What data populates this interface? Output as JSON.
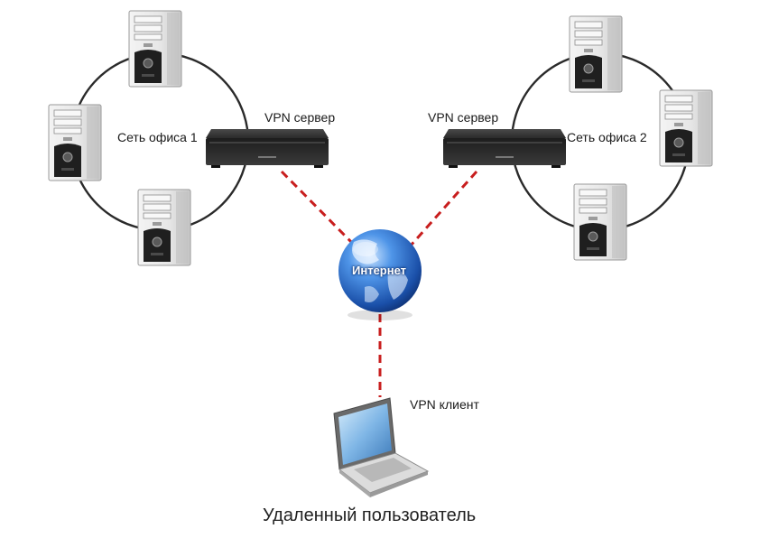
{
  "office1": {
    "label": "Сеть офиса 1",
    "server_label": "VPN сервер"
  },
  "office2": {
    "label": "Сеть офиса 2",
    "server_label": "VPN сервер"
  },
  "internet": {
    "label": "Интернет"
  },
  "client": {
    "label": "VPN клиент",
    "caption": "Удаленный пользователь"
  },
  "colors": {
    "link": "#c81e1e",
    "ring": "#2a2a2a",
    "router": "#2b2b2b",
    "globe": "#1f5fbf",
    "tower": "#e8e8e8"
  },
  "icons": [
    "tower-pc-icon",
    "router-icon",
    "globe-icon",
    "laptop-icon"
  ]
}
